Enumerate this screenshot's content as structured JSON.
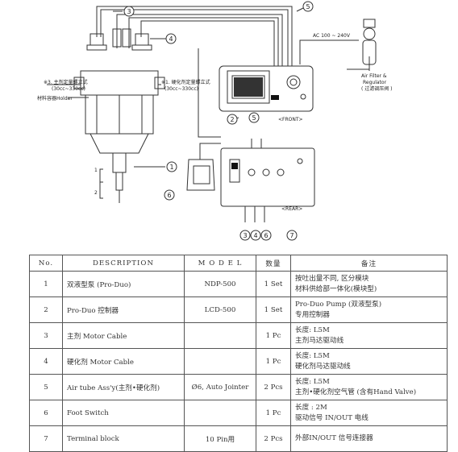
{
  "labels": {
    "main_cartridge": "※3. 主剂定量螺立式",
    "main_cartridge_range": "(30cc~330cc)",
    "hardener_cartridge": "※1. 硬化剂定量螺立式",
    "hardener_cartridge_range": "(30cc~330cc)",
    "holder": "材料容器Holder",
    "ac_power": "AC 100 ~ 240V",
    "air_filter": "Air Filter &",
    "regulator": "Regulator",
    "regulator_cn": "( 过滤调压阀 )",
    "front": "<FRONT>",
    "rear": "<REAR>",
    "bracket_1": "1",
    "bracket_2": "2",
    "callouts": [
      "1",
      "2",
      "3",
      "4",
      "5",
      "6",
      "7"
    ]
  },
  "table": {
    "headers": [
      "No.",
      "DESCRIPTION",
      "M O D E L",
      "数量",
      "备注"
    ],
    "rows": [
      {
        "no": "1",
        "desc": "双液型泵 (Pro-Duo)",
        "model": "NDP-500",
        "qty": "1 Set",
        "remarks": [
          "按吐出量不同, 区分模块",
          "材料供给部一体化(模块型)"
        ]
      },
      {
        "no": "2",
        "desc": "Pro-Duo 控制器",
        "model": "LCD-500",
        "qty": "1 Set",
        "remarks": [
          "Pro-Duo Pump (双液型泵)",
          "专用控制器"
        ]
      },
      {
        "no": "3",
        "desc": "主剂 Motor Cable",
        "model": "",
        "qty": "1 Pc",
        "remarks": [
          "长度: L5M",
          "主剂马达驱动线"
        ]
      },
      {
        "no": "4",
        "desc": "硬化剂 Motor Cable",
        "model": "",
        "qty": "1 Pc",
        "remarks": [
          "长度: L5M",
          "硬化剂马达驱动线"
        ]
      },
      {
        "no": "5",
        "desc": "Air tube Ass'y(主剂•硬化剂)",
        "model": "Ø6, Auto Jointer",
        "qty": "2 Pcs",
        "remarks": [
          "长度: L5M",
          "主剂•硬化剂空气管 (含有Hand Valve)"
        ]
      },
      {
        "no": "6",
        "desc": "Foot Switch",
        "model": "",
        "qty": "1 Pc",
        "remarks": [
          "长度 : 2M",
          "驱动信号 IN/OUT 电线"
        ]
      },
      {
        "no": "7",
        "desc": "Terminal block",
        "model": "10 Pin用",
        "qty": "2 Pcs",
        "remarks": [
          "外部IN/OUT 信号连接器"
        ]
      }
    ]
  }
}
